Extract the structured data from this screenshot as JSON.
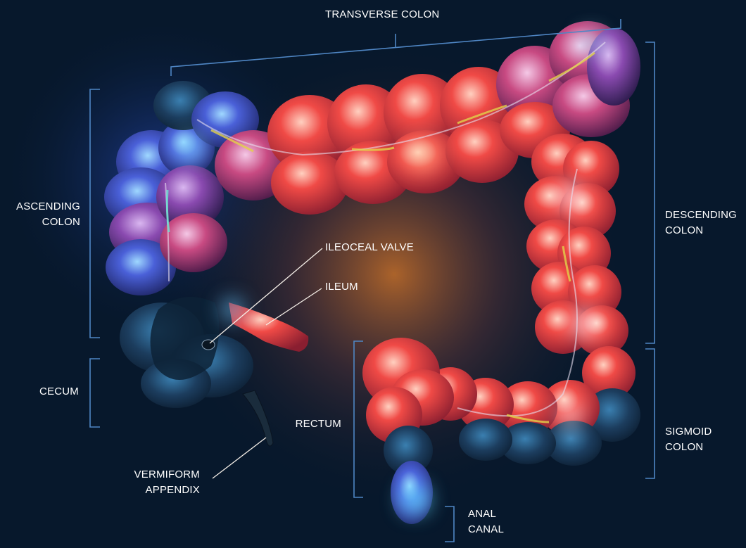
{
  "colors": {
    "background": "#07182c",
    "glow_center": "#c8702a",
    "colon_red": "#ee3a3f",
    "colon_pink": "#c7406d",
    "colon_blue": "#3a5bd8",
    "glow_cyan": "#38b8ff",
    "bracket": "#4f86c4",
    "label_text": "#ffffff"
  },
  "labels": {
    "transverse_colon": "TRANSVERSE COLON",
    "ascending_colon": [
      "ASCENDING",
      "COLON"
    ],
    "descending_colon": [
      "DESCENDING",
      "COLON"
    ],
    "ileocecal_valve": "ILEOCEAL VALVE",
    "ileum": "ILEUM",
    "cecum": "CECUM",
    "rectum": "RECTUM",
    "sigmoid_colon": [
      "SIGMOID",
      "COLON"
    ],
    "vermiform_appendix": [
      "VERMIFORM",
      "APPENDIX"
    ],
    "anal_canal": [
      "ANAL",
      "CANAL"
    ]
  }
}
